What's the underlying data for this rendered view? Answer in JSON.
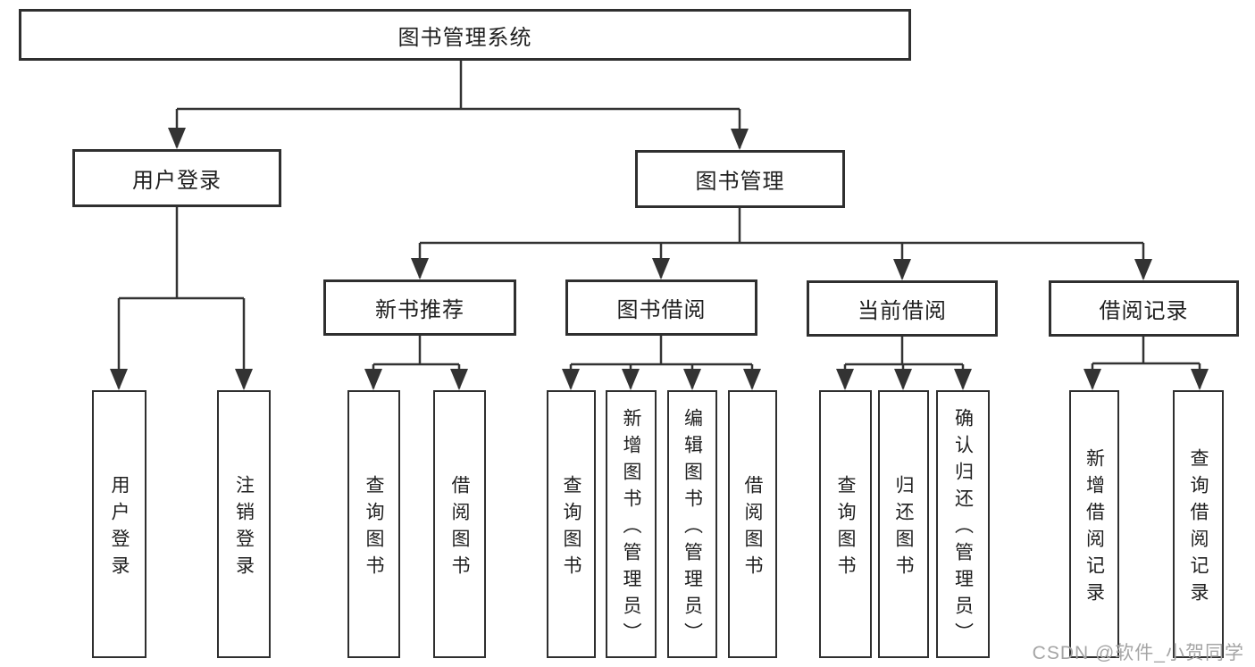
{
  "tree": {
    "root": {
      "label": "图书管理系统"
    },
    "children": [
      {
        "label": "用户登录",
        "children": [
          {
            "label": "用户登录"
          },
          {
            "label": "注销登录"
          }
        ]
      },
      {
        "label": "图书管理",
        "children": [
          {
            "label": "新书推荐",
            "children": [
              {
                "label": "查询图书"
              },
              {
                "label": "借阅图书"
              }
            ]
          },
          {
            "label": "图书借阅",
            "children": [
              {
                "label": "查询图书"
              },
              {
                "label": "新增图书（管理员）"
              },
              {
                "label": "编辑图书（管理员）"
              },
              {
                "label": "借阅图书"
              }
            ]
          },
          {
            "label": "当前借阅",
            "children": [
              {
                "label": "查询图书"
              },
              {
                "label": "归还图书"
              },
              {
                "label": "确认归还（管理员）"
              }
            ]
          },
          {
            "label": "借阅记录",
            "children": [
              {
                "label": "新增借阅记录"
              },
              {
                "label": "查询借阅记录"
              }
            ]
          }
        ]
      }
    ]
  },
  "watermark": {
    "text": "CSDN @软件_小贺同学"
  },
  "colors": {
    "line": "#333333",
    "box_border": "#2f2f2f",
    "text": "#1f1f1f",
    "watermark": "#a5a5a5",
    "background": "#ffffff"
  }
}
